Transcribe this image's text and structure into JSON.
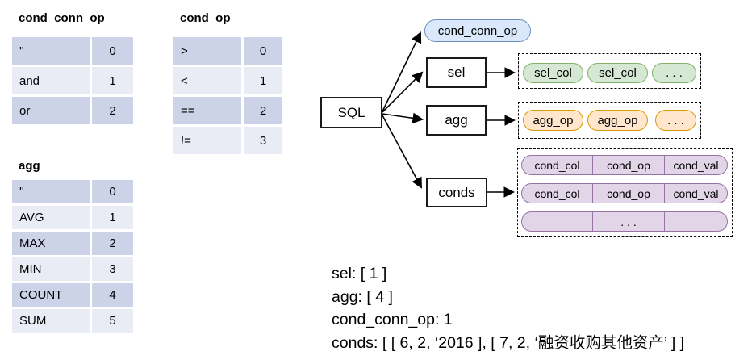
{
  "tables": [
    {
      "title": "cond_conn_op",
      "rows": [
        {
          "label": "''",
          "value": "0"
        },
        {
          "label": "and",
          "value": "1"
        },
        {
          "label": "or",
          "value": "2"
        }
      ]
    },
    {
      "title": "cond_op",
      "rows": [
        {
          "label": ">",
          "value": "0"
        },
        {
          "label": "<",
          "value": "1"
        },
        {
          "label": "==",
          "value": "2"
        },
        {
          "label": "!=",
          "value": "3"
        }
      ]
    },
    {
      "title": "agg",
      "rows": [
        {
          "label": "''",
          "value": "0"
        },
        {
          "label": "AVG",
          "value": "1"
        },
        {
          "label": "MAX",
          "value": "2"
        },
        {
          "label": "MIN",
          "value": "3"
        },
        {
          "label": "COUNT",
          "value": "4"
        },
        {
          "label": "SUM",
          "value": "5"
        }
      ]
    }
  ],
  "diagram": {
    "sql_label": "SQL",
    "cond_conn_op_label": "cond_conn_op",
    "sel_label": "sel",
    "agg_label": "agg",
    "conds_label": "conds",
    "sel_cols": [
      "sel_col",
      "sel_col",
      ". . ."
    ],
    "agg_ops": [
      "agg_op",
      "agg_op",
      ". . ."
    ],
    "cond_rows": [
      {
        "col": "cond_col",
        "op": "cond_op",
        "val": "cond_val"
      },
      {
        "col": "cond_col",
        "op": "cond_op",
        "val": "cond_val"
      },
      {
        "col": "",
        "op": ". . .",
        "val": ""
      }
    ]
  },
  "query_output": {
    "lines": [
      "sel: [ 1 ]",
      "agg: [ 4 ]",
      "cond_conn_op: 1",
      "conds: [ [ 6, 2, ‘2016 ], [ 7, 2, ‘融资收购其他资产’ ] ]"
    ]
  },
  "colors": {
    "table_row_dark": "#ccd2e7",
    "table_row_light": "#e9ebf5",
    "blue_fill": "#dae8fc",
    "blue_border": "#6c8ebf",
    "green_fill": "#d5e8d4",
    "green_border": "#82b366",
    "orange_fill": "#ffe6cc",
    "orange_border": "#d79b00",
    "purple_fill": "#e1d5e7",
    "purple_border": "#9673a6"
  }
}
